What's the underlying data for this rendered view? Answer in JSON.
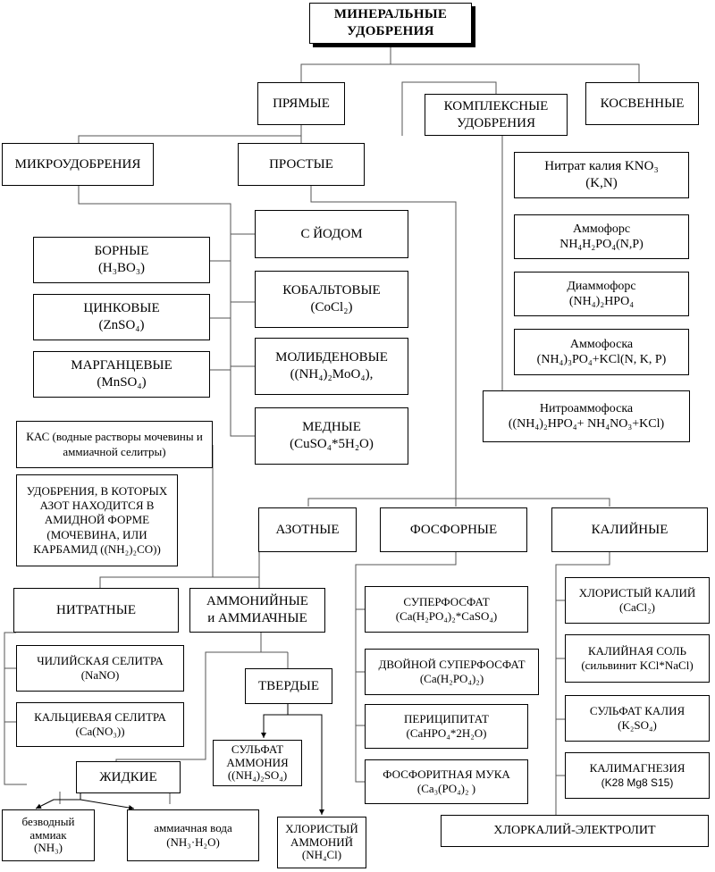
{
  "root": {
    "line1": "МИНЕРАЛЬНЫЕ",
    "line2": "УДОБРЕНИЯ"
  },
  "level1": {
    "direct": "ПРЯМЫЕ",
    "complex": {
      "line1": "КОМПЛЕКСНЫЕ",
      "line2": "УДОБРЕНИЯ"
    },
    "indirect": "КОСВЕННЫЕ"
  },
  "level2": {
    "micro": "МИКРОУДОБРЕНИЯ",
    "simple": "ПРОСТЫЕ"
  },
  "complex_items": [
    {
      "line1": "Нитрат калия KNO₃",
      "line2": "(K,N)"
    },
    {
      "line1": "Аммофорс",
      "line2": "NH₄H₂PO₄(N,P)"
    },
    {
      "line1": "Диаммофорс",
      "line2": "(NH₄)₂HPO₄"
    },
    {
      "line1": "Аммофоска",
      "line2": "(NH₄)₃PO₄+KCl(N, K, P)"
    },
    {
      "line1": "Нитроаммофоска",
      "line2": "((NH₄)₂HPO₄+ NH₄NO₃+KCl)"
    }
  ],
  "micro_left": [
    {
      "line1": "БОРНЫЕ",
      "line2": "(H₃BO₃)"
    },
    {
      "line1": "ЦИНКОВЫЕ",
      "line2": "(ZnSO₄)"
    },
    {
      "line1": "МАРГАНЦЕВЫЕ",
      "line2": "(MnSO₄)"
    }
  ],
  "micro_right": [
    {
      "line1": "С ЙОДОМ",
      "line2": ""
    },
    {
      "line1": "КОБАЛЬТОВЫЕ",
      "line2": "(CoCl₂)"
    },
    {
      "line1": "МОЛИБДЕНОВЫЕ",
      "line2": "((NH₄)₂MoO₄),"
    },
    {
      "line1": "МЕДНЫЕ",
      "line2": "(CuSO₄*5H₂O)"
    }
  ],
  "kas": "КАС (водные растворы мочевины и аммиачной селитры)",
  "amide": "УДОБРЕНИЯ, В КОТОРЫХ АЗОТ НАХОДИТСЯ В АМИДНОЙ ФОРМЕ (МОЧЕВИНА, ИЛИ КАРБАМИД ((NH₂)₂CO))",
  "level3": {
    "nitrogen": "АЗОТНЫЕ",
    "phosphorus": "ФОСФОРНЫЕ",
    "potassium": "КАЛИЙНЫЕ"
  },
  "nitrogen": {
    "nitrate": "НИТРАТНЫЕ",
    "ammonium": {
      "line1": "АММОНИЙНЫЕ",
      "line2": "и АММИАЧНЫЕ"
    },
    "nitrate_items": [
      {
        "line1": "ЧИЛИЙСКАЯ СЕЛИТРА",
        "line2": "(NaNO)"
      },
      {
        "line1": "КАЛЬЦИЕВАЯ СЕЛИТРА",
        "line2": "(Ca(NO₃))"
      }
    ],
    "solid": "ТВЕРДЫЕ",
    "liquid": "ЖИДКИЕ",
    "ammonium_sulfate": {
      "line1": "СУЛЬФАТ",
      "line2": "АММОНИЯ",
      "line3": "((NH₄)₂SO₄)"
    },
    "ammonium_chloride": {
      "line1": "ХЛОРИСТЫЙ",
      "line2": "АММОНИЙ",
      "line3": "(NH₄Cl)"
    },
    "anhydrous": {
      "line1": "безводный",
      "line2": "аммиак",
      "line3": "(NH₃)"
    },
    "ammonia_water": {
      "line1": "аммиачная вода",
      "line2": "(NH₃·H₂O)"
    }
  },
  "phosphorus_items": [
    {
      "line1": "СУПЕРФОСФАТ",
      "line2": "(Ca(H₂PO₄)₂*CaSO₄)"
    },
    {
      "line1": "ДВОЙНОЙ СУПЕРФОСФАТ",
      "line2": "(Ca(H₂PO₄)₂)"
    },
    {
      "line1": "ПЕРИЦИПИТАТ",
      "line2": "(CaHPO₄*2H₂O)"
    },
    {
      "line1": "ФОСФОРИТНАЯ МУКА",
      "line2": "(Ca₃(PO₄)₂ )"
    }
  ],
  "potassium_items": [
    {
      "line1": "ХЛОРИСТЫЙ КАЛИЙ",
      "line2": "(CaCl₂)"
    },
    {
      "line1": "КАЛИЙНАЯ СОЛЬ",
      "line2": "(сильвинит KCl*NaCl)"
    },
    {
      "line1": "СУЛЬФАТ КАЛИЯ",
      "line2": "(K₂SO₄)"
    },
    {
      "line1": "КАЛИМАГНЕЗИЯ",
      "line2": "(K28 Mg8 S15)"
    }
  ],
  "electrolyte": "ХЛОРКАЛИЙ-ЭЛЕКТРОЛИТ"
}
